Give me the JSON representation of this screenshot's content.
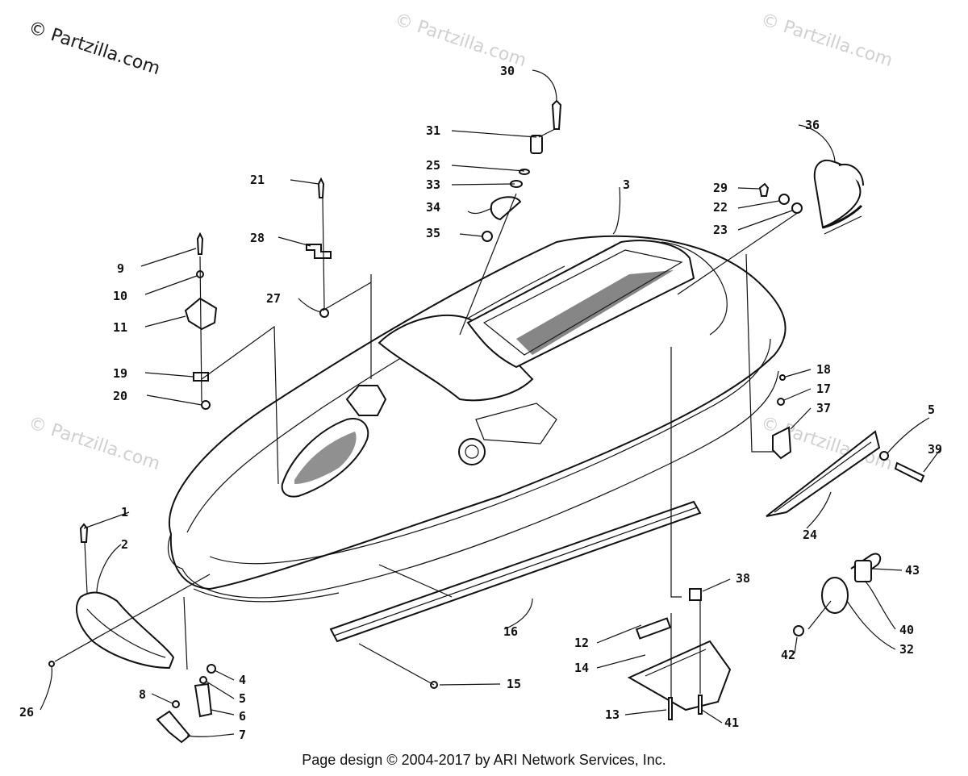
{
  "watermarks": {
    "main": "© Partzilla.com",
    "faint": "© Partzilla.com"
  },
  "footer": "Page design © 2004-2017 by ARI Network Services, Inc.",
  "callouts": [
    "1",
    "2",
    "3",
    "4",
    "5",
    "5",
    "6",
    "7",
    "8",
    "9",
    "10",
    "11",
    "12",
    "13",
    "14",
    "15",
    "16",
    "17",
    "18",
    "19",
    "20",
    "21",
    "22",
    "23",
    "24",
    "25",
    "26",
    "27",
    "28",
    "29",
    "30",
    "31",
    "32",
    "33",
    "34",
    "35",
    "36",
    "37",
    "38",
    "39",
    "40",
    "41",
    "42",
    "43"
  ]
}
